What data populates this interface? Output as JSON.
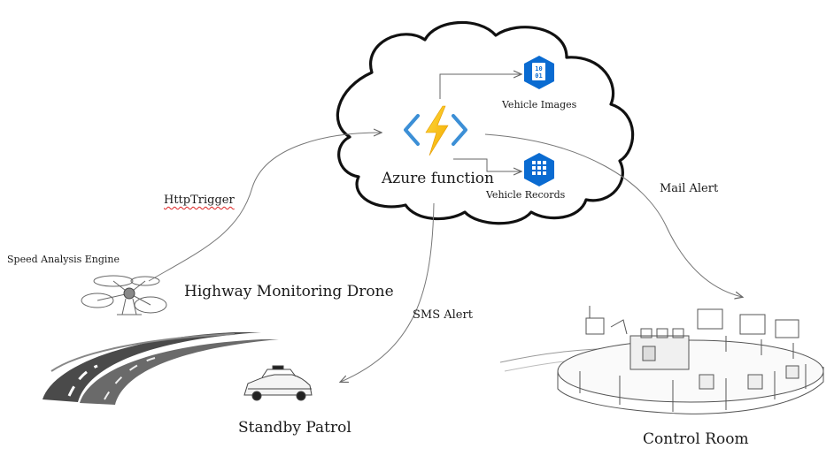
{
  "cloud": {
    "function_label": "Azure function",
    "function_icon": "azure-function-icon",
    "accent_yellow": "#F7C51E",
    "accent_blue": "#3C8FD6"
  },
  "storage": {
    "images": {
      "label": "Vehicle Images",
      "icon": "blob-storage-icon",
      "glyph_top": "10",
      "glyph_bottom": "01",
      "color": "#0A6BD1"
    },
    "records": {
      "label": "Vehicle Records",
      "icon": "table-storage-icon",
      "color": "#0A6BD1"
    }
  },
  "connections": {
    "http_trigger": "HttpTrigger",
    "mail_alert": "Mail Alert",
    "sms_alert": "SMS Alert"
  },
  "nodes": {
    "engine": "Speed Analysis Engine",
    "drone": "Highway Monitoring Drone",
    "patrol": "Standby Patrol",
    "control_room": "Control Room"
  }
}
